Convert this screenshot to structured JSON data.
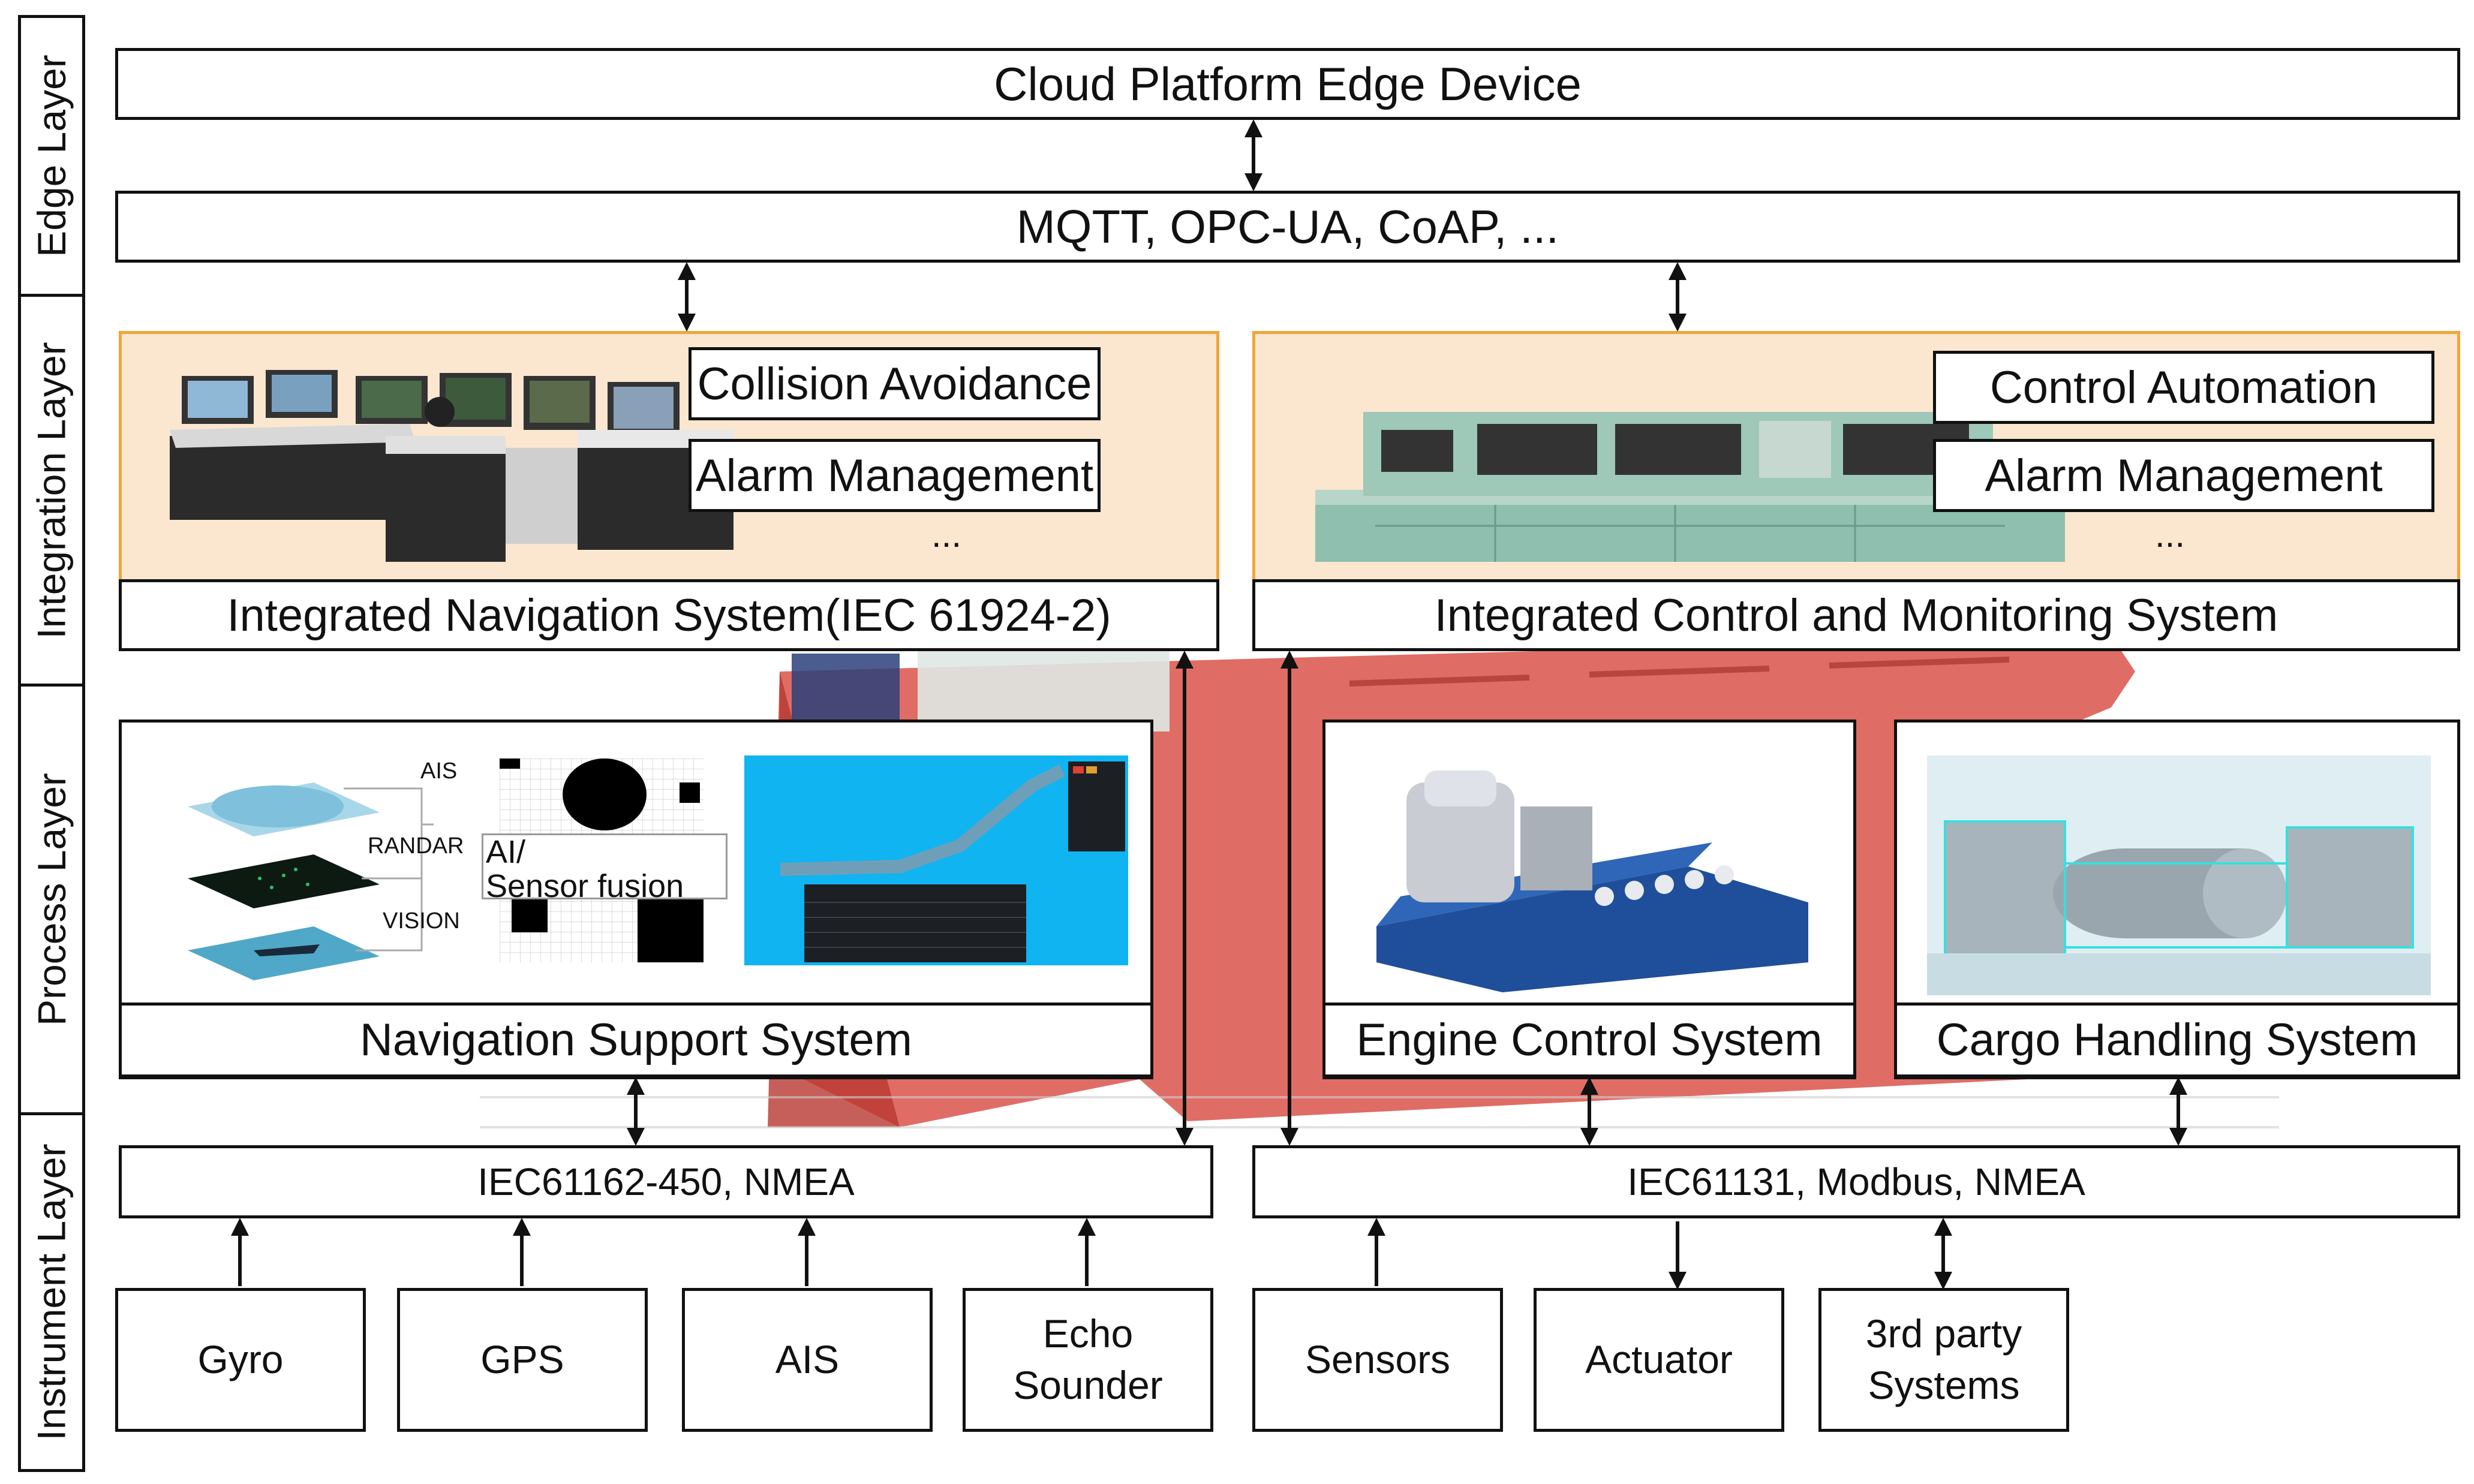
{
  "layers": {
    "edge": "Edge Layer",
    "integration": "Integration Layer",
    "process": "Process Layer",
    "instrument": "Instrument Layer"
  },
  "edge": {
    "cloud": "Cloud Platform Edge Device",
    "protocols": "MQTT, OPC-UA, CoAP, ..."
  },
  "integration": {
    "nav_system": {
      "title": "Integrated Navigation System(IEC 61924-2)",
      "functions": [
        "Collision Avoidance",
        "Alarm Management"
      ],
      "more": "..."
    },
    "control_system": {
      "title": "Integrated Control and Monitoring System",
      "functions": [
        "Control Automation",
        "Alarm Management"
      ],
      "more": "..."
    }
  },
  "process": {
    "nav_support": {
      "title": "Navigation Support System",
      "stack_labels": [
        "AIS",
        "RANDAR",
        "VISION"
      ],
      "fusion_label": "AI/\nSensor fusion"
    },
    "engine": {
      "title": "Engine Control System"
    },
    "cargo": {
      "title": "Cargo Handling System"
    }
  },
  "instrument": {
    "bus_left": "IEC61162-450, NMEA",
    "bus_right": "IEC61131, Modbus, NMEA",
    "devices_left": [
      "Gyro",
      "GPS",
      "AIS",
      "Echo\nSounder"
    ],
    "devices_right": [
      "Sensors",
      "Actuator",
      "3rd party\nSystems"
    ]
  },
  "colors": {
    "integration_fill": "#fbe6cf",
    "integration_border": "#f0a63b",
    "hull_red": "#d9544a",
    "chart_blue": "#10b4f0",
    "engine_blue": "#1f4f9a"
  }
}
